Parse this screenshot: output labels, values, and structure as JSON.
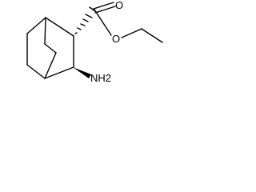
{
  "molecule": {
    "atoms": {
      "carbonyl_oxygen": "O",
      "ester_oxygen": "O",
      "amine": "NH2"
    }
  },
  "colors": {
    "bond": "#000000",
    "background": "#ffffff"
  }
}
